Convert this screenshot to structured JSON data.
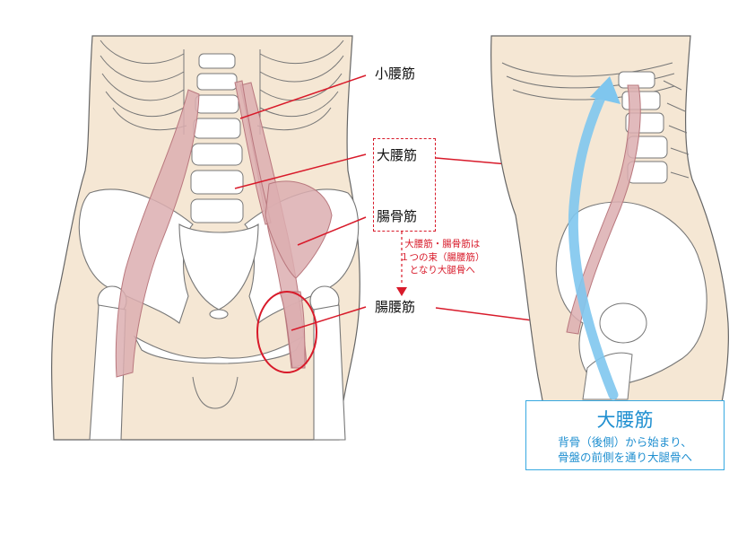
{
  "labels": {
    "psoas_minor": "小腰筋",
    "psoas_major": "大腰筋",
    "iliacus": "腸骨筋",
    "iliopsoas": "腸腰筋"
  },
  "note_lines": [
    "大腰筋・腸骨筋は",
    "１つの束（腸腰筋）",
    "となり大腿骨へ"
  ],
  "info": {
    "title": "大腰筋",
    "desc_line1": "背骨（後側）から始まり、",
    "desc_line2": "骨盤の前側を通り大腿骨へ"
  },
  "colors": {
    "skin": "#f5e7d4",
    "bone": "#ffffff",
    "outline": "#555555",
    "muscle": "#dcaeb0",
    "muscle_stroke": "#b9787e",
    "leader": "#d81a2a",
    "arrow": "#7fc6ee",
    "info_border": "#37a9e1",
    "info_text": "#1f8fd0"
  }
}
